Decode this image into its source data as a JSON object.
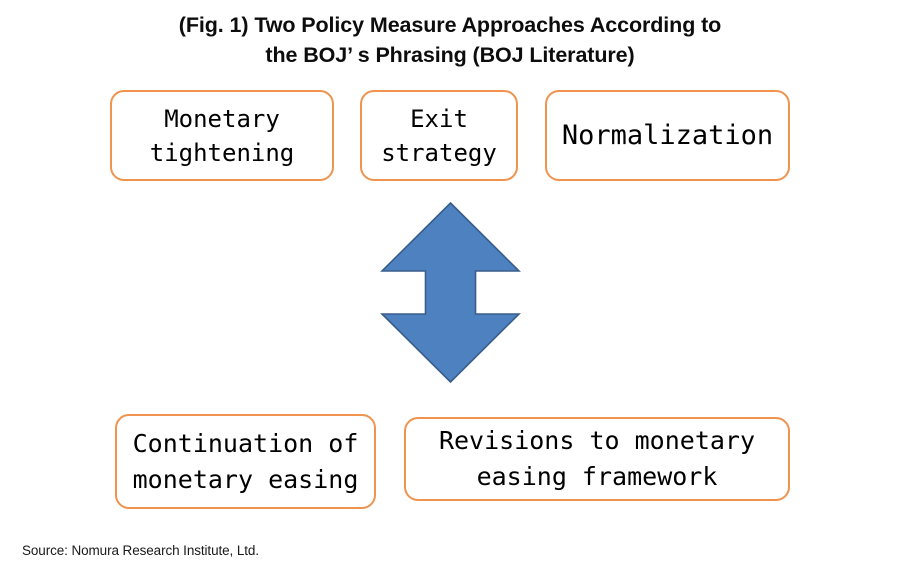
{
  "figure": {
    "title": "(Fig. 1) Two Policy Measure Approaches According to\nthe BOJ’ s Phrasing (BOJ Literature)",
    "source": "Source: Nomura Research Institute, Ltd."
  },
  "colors": {
    "box_border": "#F0934E",
    "box_fill": "#FFFFFF",
    "arrow_fill": "#4E81C0",
    "arrow_stroke": "#385D8A",
    "title_text": "#0D0D0D",
    "box_text": "#000000"
  },
  "top_row": {
    "boxes": [
      {
        "id": "monetary-tightening",
        "label": "Monetary\ntightening"
      },
      {
        "id": "exit-strategy",
        "label": "Exit\nstrategy"
      },
      {
        "id": "normalization",
        "label": "Normalization"
      }
    ]
  },
  "connector": {
    "icon": "double-headed-vertical-arrow",
    "direction": "up-down"
  },
  "bottom_row": {
    "boxes": [
      {
        "id": "continuation",
        "label": "Continuation of\nmonetary easing"
      },
      {
        "id": "revisions",
        "label": "Revisions to monetary\neasing framework"
      }
    ]
  }
}
